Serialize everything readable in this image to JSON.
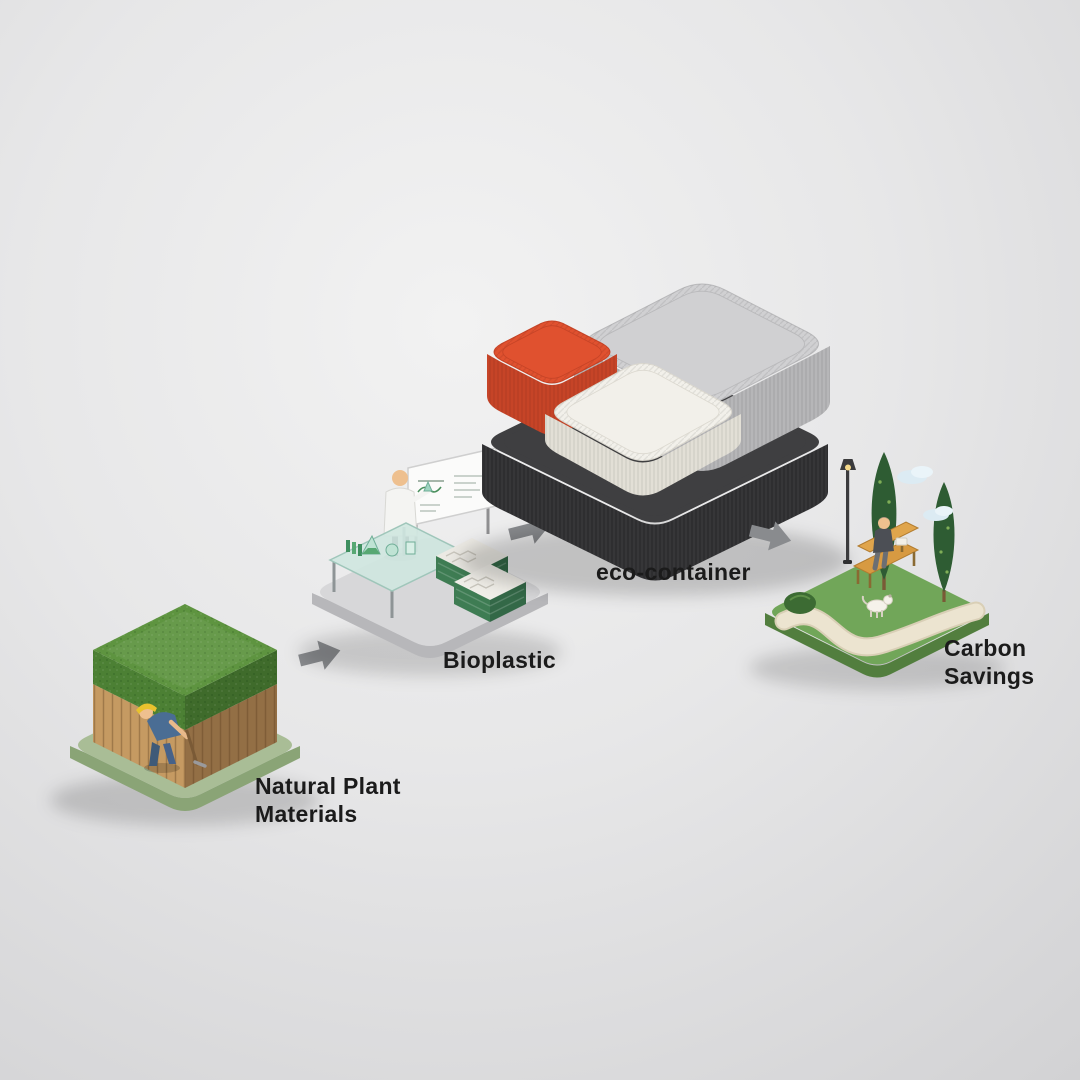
{
  "page": {
    "background_top": "#f2f2f2",
    "background_bottom": "#d2d2d4"
  },
  "diagram": {
    "type": "process-flow",
    "steps": [
      {
        "id": "natural-plant-materials",
        "label_line1": "Natural Plant",
        "label_line2": "Materials"
      },
      {
        "id": "bioplastic",
        "label": "Bioplastic"
      },
      {
        "id": "eco-container",
        "label": "eco-container"
      },
      {
        "id": "carbon-savings",
        "label_line1": "Carbon",
        "label_line2": "Savings"
      }
    ],
    "arrows": [
      {
        "id": "arrow-1",
        "from": "natural-plant-materials",
        "to": "bioplastic"
      },
      {
        "id": "arrow-2",
        "from": "bioplastic",
        "to": "eco-container"
      },
      {
        "id": "arrow-3",
        "from": "eco-container",
        "to": "carbon-savings"
      }
    ],
    "colors": {
      "grass_green": "#5e9440",
      "hedge_green": "#4c8034",
      "wood_brown": "#c59a62",
      "platform_sage": "#a9bd96",
      "lab_platform_gray": "#d7d7d9",
      "crate_green": "#3e7c53",
      "container_red": "#e0512f",
      "container_white": "#f2f0ea",
      "container_gray": "#d0d0d2",
      "tray_charcoal": "#39393b",
      "park_green": "#71a659",
      "path_cream": "#ece4d0",
      "arrow_gray": "#898b8e",
      "label_text": "#1b1b1b"
    }
  }
}
